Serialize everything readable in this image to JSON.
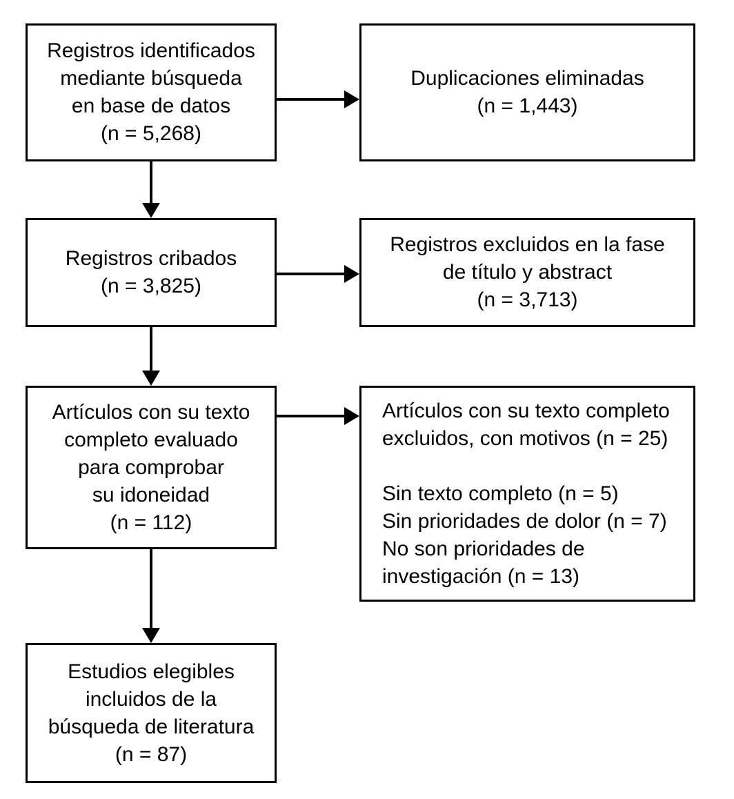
{
  "diagram": {
    "type": "prisma-flow-diagram",
    "language": "es",
    "colors": {
      "stroke": "#000000",
      "fill": "#FFFFFF",
      "text": "#000000"
    },
    "nodes": {
      "identified": {
        "id": "identified",
        "align": "center",
        "lines": [
          "Registros identificados",
          "mediante búsqueda",
          "en base de datos",
          "(n = 5,268)"
        ],
        "count_label": "(n = 5,268)",
        "count": 5268
      },
      "duplicates": {
        "id": "duplicates",
        "align": "center",
        "lines": [
          "Duplicaciones eliminadas",
          "(n = 1,443)"
        ],
        "count_label": "(n = 1,443)",
        "count": 1443
      },
      "screened": {
        "id": "screened",
        "align": "center",
        "lines": [
          "Registros cribados",
          "(n = 3,825)"
        ],
        "count_label": "(n = 3,825)",
        "count": 3825
      },
      "excluded_title_abstract": {
        "id": "excluded_title_abstract",
        "align": "center",
        "lines": [
          "Registros excluidos en la fase",
          "de título y abstract",
          "(n = 3,713)"
        ],
        "count_label": "(n = 3,713)",
        "count": 3713
      },
      "fulltext_assessed": {
        "id": "fulltext_assessed",
        "align": "center",
        "lines": [
          "Artículos con su texto",
          "completo evaluado",
          "para comprobar",
          "su idoneidad",
          "(n = 112)"
        ],
        "count_label": "(n = 112)",
        "count": 112
      },
      "fulltext_excluded": {
        "id": "fulltext_excluded",
        "align": "left",
        "lines": [
          "Artículos con su texto completo",
          "excluidos, con motivos (n = 25)",
          "",
          "Sin texto completo (n = 5)",
          "Sin prioridades de dolor (n = 7)",
          "No son prioridades de",
          "investigación (n = 13)"
        ],
        "count_label": "(n = 25)",
        "count": 25,
        "reasons": [
          {
            "label": "Sin texto completo",
            "count_label": "(n = 5)",
            "count": 5
          },
          {
            "label": "Sin prioridades de dolor",
            "count_label": "(n = 7)",
            "count": 7
          },
          {
            "label": "No son prioridades de investigación",
            "count_label": "(n = 13)",
            "count": 13
          }
        ]
      },
      "included": {
        "id": "included",
        "align": "center",
        "lines": [
          "Estudios elegibles",
          "incluidos de la",
          "búsqueda de literatura",
          "(n = 87)"
        ],
        "count_label": "(n = 87)",
        "count": 87
      }
    },
    "connectors": [
      {
        "id": "identified-duplicates",
        "from": "identified",
        "to": "duplicates",
        "direction": "right"
      },
      {
        "id": "identified-screened",
        "from": "identified",
        "to": "screened",
        "direction": "down"
      },
      {
        "id": "screened-excluded",
        "from": "screened",
        "to": "excluded_title_abstract",
        "direction": "right"
      },
      {
        "id": "screened-fulltext",
        "from": "screened",
        "to": "fulltext_assessed",
        "direction": "down"
      },
      {
        "id": "fulltext-excluded",
        "from": "fulltext_assessed",
        "to": "fulltext_excluded",
        "direction": "right"
      },
      {
        "id": "fulltext-included",
        "from": "fulltext_assessed",
        "to": "included",
        "direction": "down"
      }
    ]
  }
}
